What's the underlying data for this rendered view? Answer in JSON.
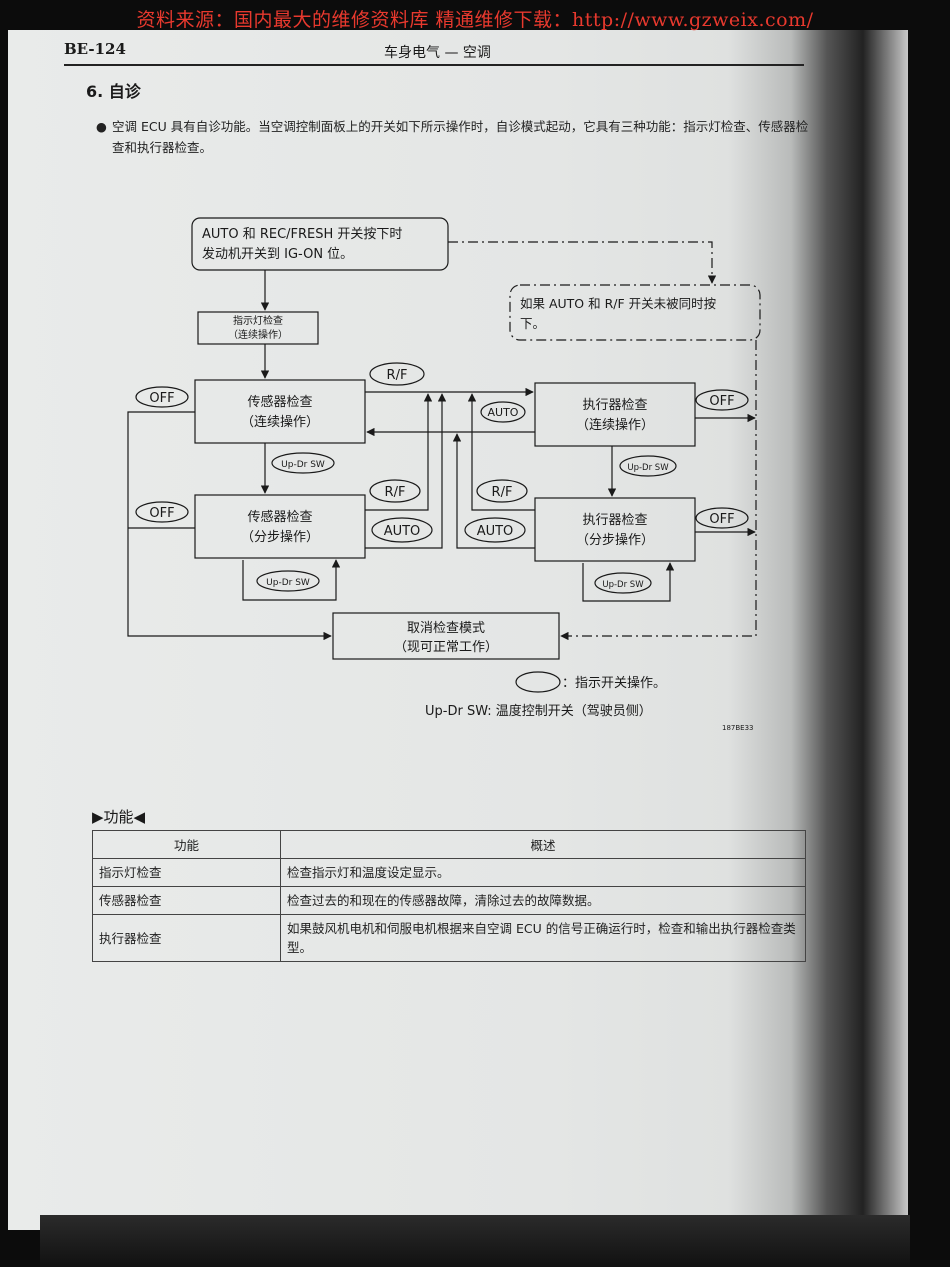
{
  "banner": "资料来源：国内最大的维修资料库 精通维修下载：http://www.gzweix.com/",
  "header": {
    "page_code": "BE-124",
    "chapter": "车身电气 — 空调"
  },
  "section": {
    "title": "6. 自诊",
    "bullet": "●",
    "intro": "空调 ECU 具有自诊功能。当空调控制面板上的开关如下所示操作时，自诊模式起动，它具有三种功能：指示灯检查、传感器检查和执行器检查。"
  },
  "diagram": {
    "start_line1": "AUTO 和 REC/FRESH 开关按下时",
    "start_line2": "发动机开关到 IG-ON 位。",
    "alt_line1": "如果 AUTO 和 R/F 开关未被同时按",
    "alt_line2": "下。",
    "indicator_line1": "指示灯检查",
    "indicator_line2": "（连续操作）",
    "sensor_cont_line1": "传感器检查",
    "sensor_cont_line2": "（连续操作）",
    "sensor_step_line1": "传感器检查",
    "sensor_step_line2": "（分步操作）",
    "actuator_cont_line1": "执行器检查",
    "actuator_cont_line2": "（连续操作）",
    "actuator_step_line1": "执行器检查",
    "actuator_step_line2": "（分步操作）",
    "cancel_line1": "取消检查模式",
    "cancel_line2": "（现可正常工作）",
    "sw_off": "OFF",
    "sw_rf": "R/F",
    "sw_auto": "AUTO",
    "sw_updr": "Up-Dr SW",
    "legend_switch": "：指示开关操作。",
    "legend_updr": "Up-Dr SW: 温度控制开关（驾驶员侧）",
    "figure_code": "187BE33"
  },
  "functions": {
    "heading": "▶功能◀",
    "col_function": "功能",
    "col_summary": "概述",
    "rows": [
      {
        "name": "指示灯检查",
        "desc": "检查指示灯和温度设定显示。"
      },
      {
        "name": "传感器检查",
        "desc": "检查过去的和现在的传感器故障，清除过去的故障数据。"
      },
      {
        "name": "执行器检查",
        "desc": "如果鼓风机电机和伺服电机根据来自空调 ECU 的信号正确运行时，检查和输出执行器检查类型。"
      }
    ]
  }
}
